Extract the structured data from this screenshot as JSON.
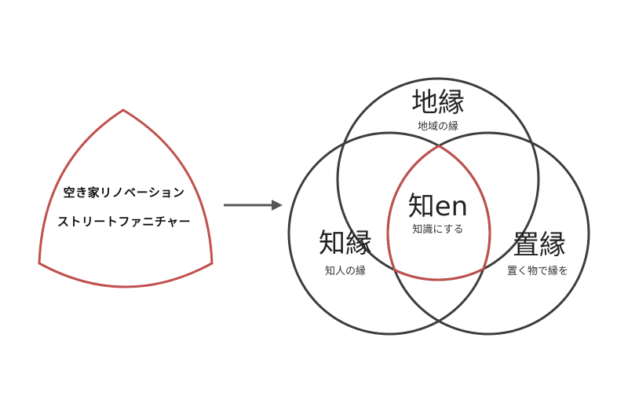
{
  "colors": {
    "circle_stroke": "#3d3d3d",
    "accent_red": "#c0504d",
    "arrow": "#555555",
    "text": "#1f1f1f"
  },
  "source": {
    "line1": "空き家リノベーション",
    "line2": "ストリートファニチャー"
  },
  "arrow": {
    "icon": "right-arrow-icon"
  },
  "circles": {
    "top": {
      "title": "地縁",
      "subtitle": "地域の縁"
    },
    "left": {
      "title": "知縁",
      "subtitle": "知人の縁"
    },
    "right": {
      "title": "置縁",
      "subtitle": "置く物で縁を"
    }
  },
  "center": {
    "title": "知en",
    "subtitle": "知識にする"
  }
}
